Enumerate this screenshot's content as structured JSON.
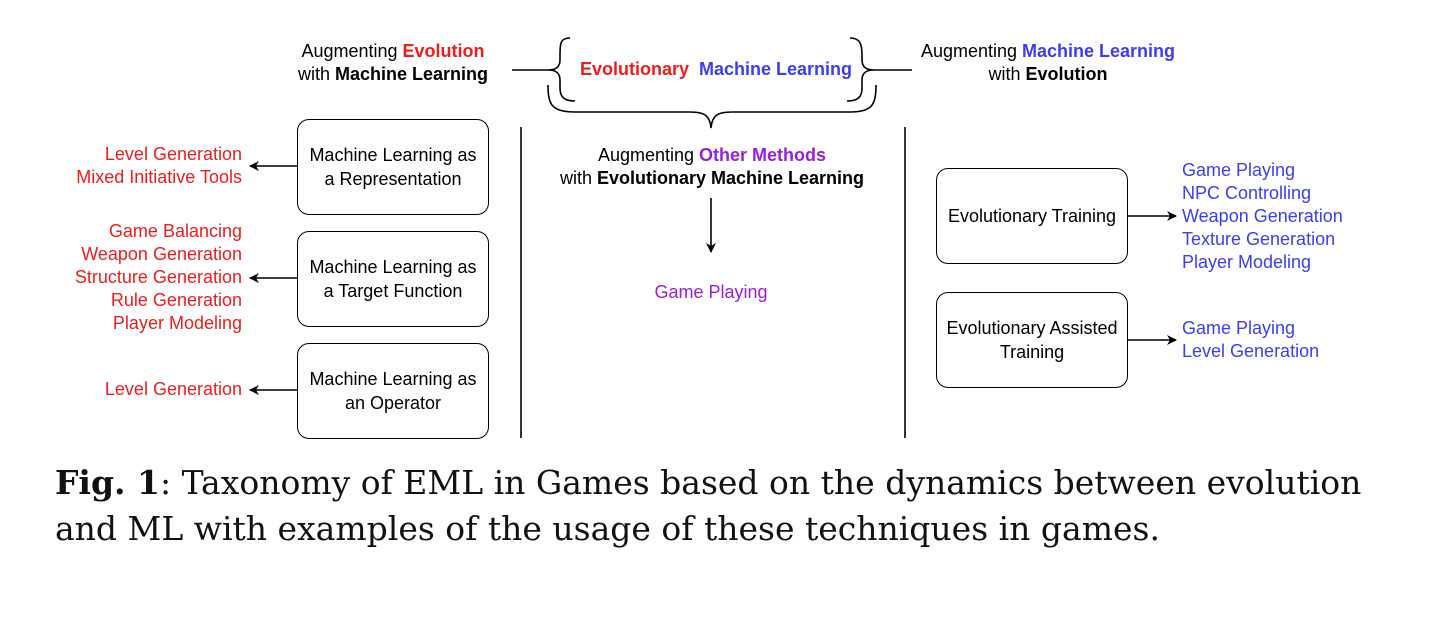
{
  "colors": {
    "evolution": "#ee1c1c",
    "ml": "#3d3df2",
    "other": "#9a1fd8",
    "ink": "#000000"
  },
  "top": {
    "left_label": {
      "part1": "Augmenting ",
      "part2": "Evolution",
      "part3": "with ",
      "part4": "Machine Learning"
    },
    "center_label": {
      "evo": "Evolutionary",
      "ml": "Machine Learning"
    },
    "right_label": {
      "part1": "Augmenting ",
      "part2": "Machine Learning",
      "part3": "with ",
      "part4": "Evolution"
    }
  },
  "middle": {
    "label": {
      "part1": "Augmenting ",
      "part2": "Other Methods",
      "part3": "with ",
      "part4": "Evolutionary Machine Learning"
    },
    "examples": [
      "Game Playing"
    ]
  },
  "left_boxes": [
    {
      "line1": "Machine Learning as",
      "line2": "a Representation",
      "examples": [
        "Level Generation",
        "Mixed Initiative Tools"
      ]
    },
    {
      "line1": "Machine Learning as",
      "line2": "a Target Function",
      "examples": [
        "Game Balancing",
        "Weapon Generation",
        "Structure Generation",
        "Rule Generation",
        "Player Modeling"
      ]
    },
    {
      "line1": "Machine Learning as",
      "line2": "an Operator",
      "examples": [
        "Level Generation"
      ]
    }
  ],
  "right_boxes": [
    {
      "line1": "Evolutionary Training",
      "line2": "",
      "examples": [
        "Game Playing",
        "NPC Controlling",
        "Weapon Generation",
        "Texture Generation",
        "Player Modeling"
      ]
    },
    {
      "line1": "Evolutionary Assisted",
      "line2": "Training",
      "examples": [
        "Game Playing",
        "Level Generation"
      ]
    }
  ],
  "caption": {
    "fig": "Fig. 1",
    "text": ": Taxonomy of EML in Games based on the dynamics between evolution",
    "text2": "and ML with examples of the usage of these techniques in games."
  }
}
